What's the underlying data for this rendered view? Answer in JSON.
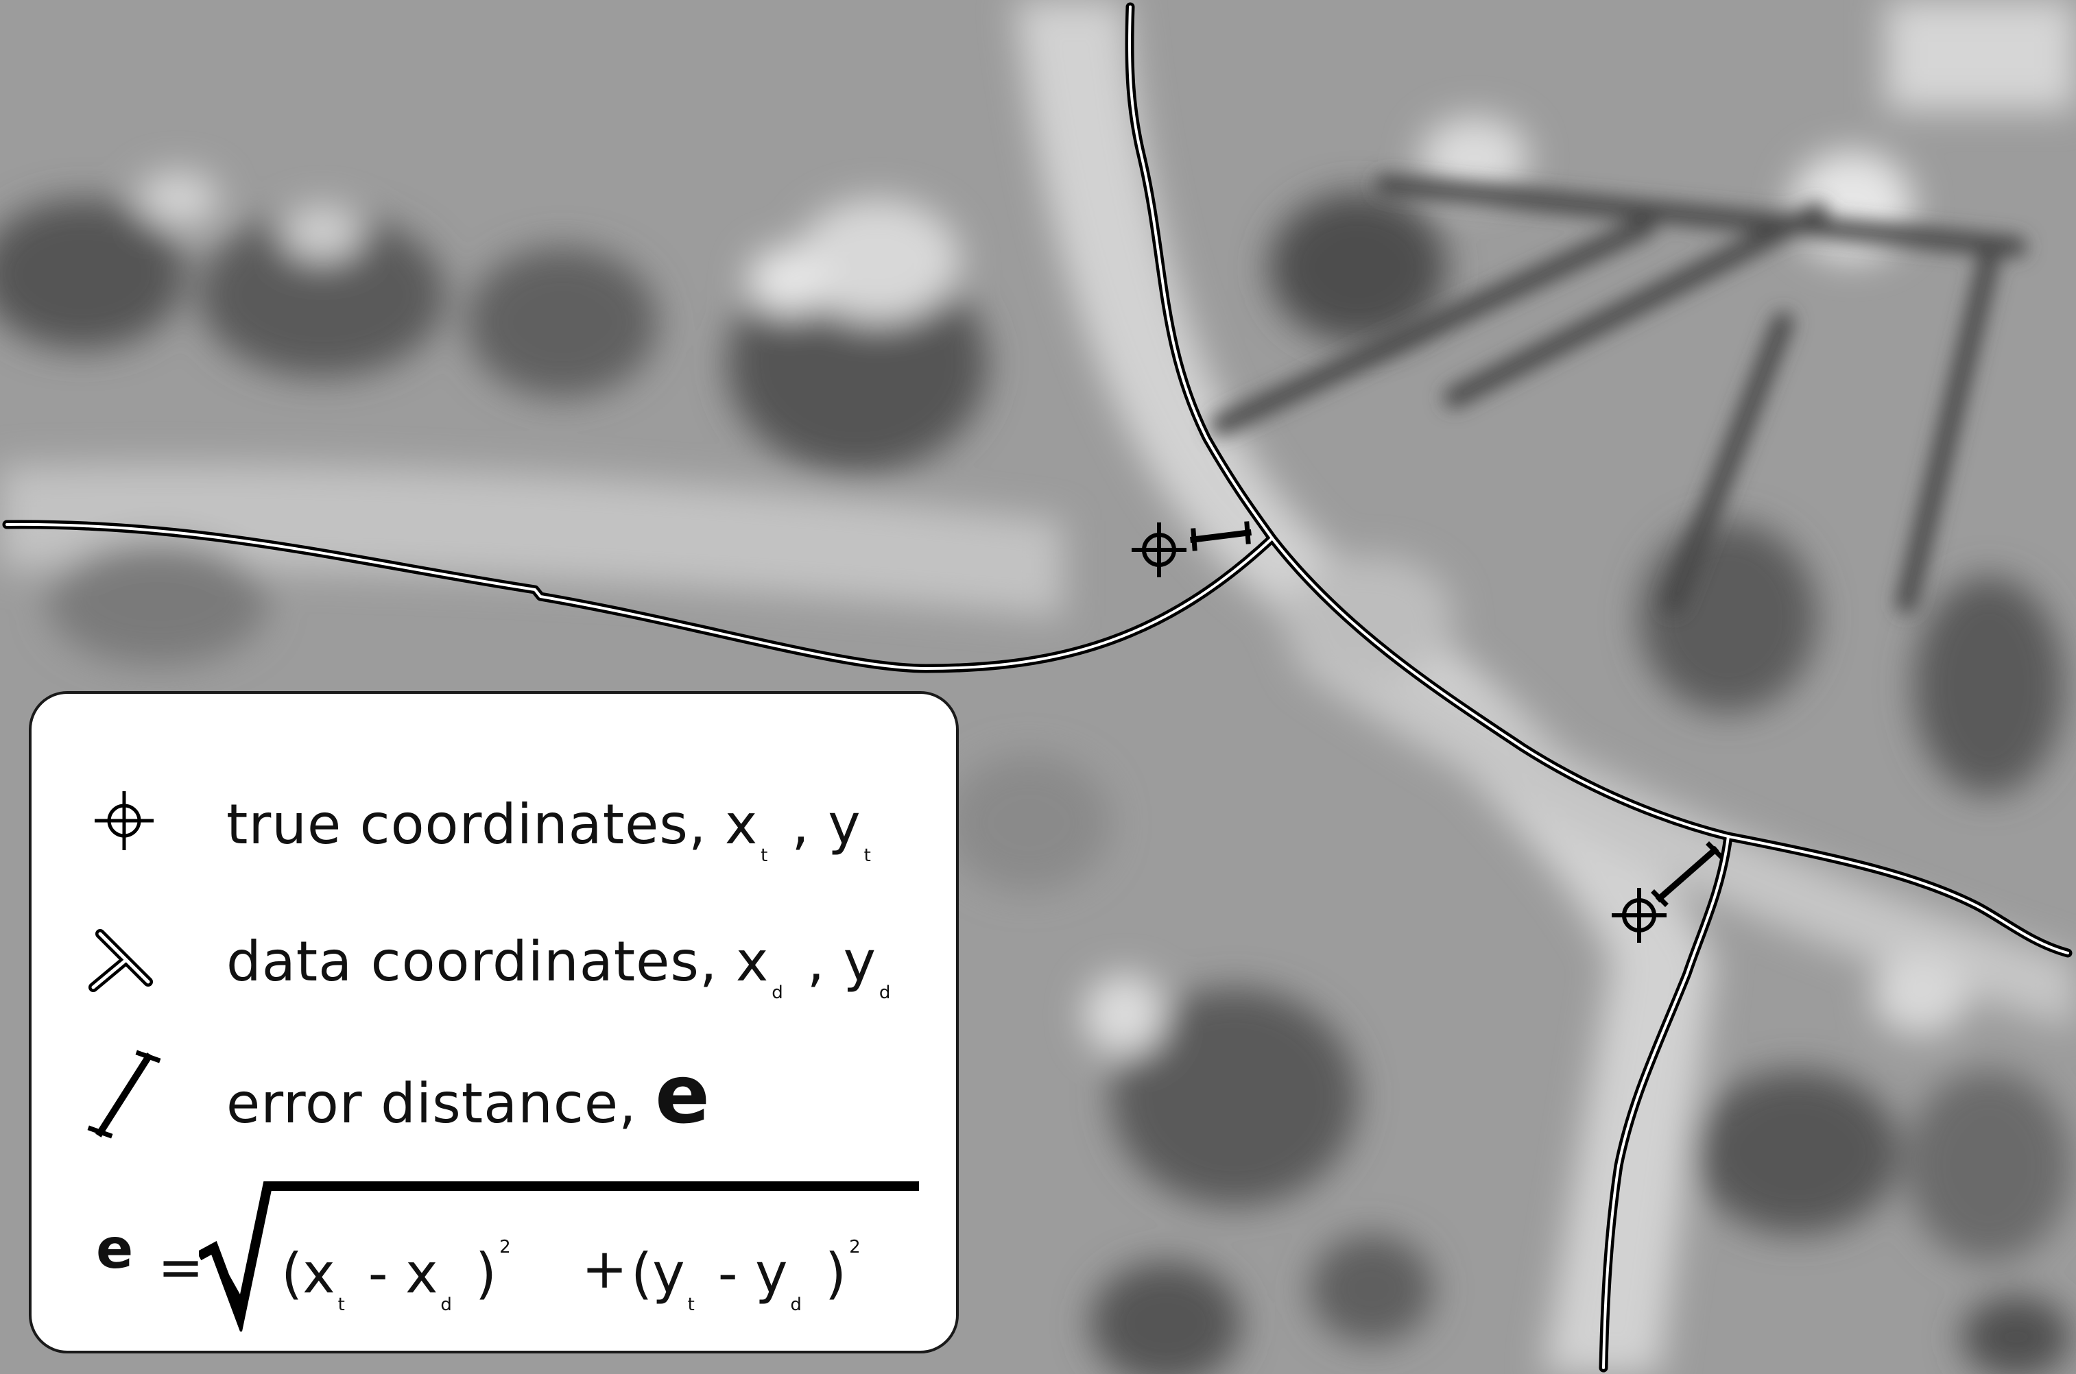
{
  "map": {
    "background": "grayscale aerial photograph",
    "road_line_color": "#000000",
    "road_fill_color": "#ffffff"
  },
  "legend": {
    "true_coords": {
      "label": "true coordinates, x",
      "sub_x": "t",
      "mid": ", y",
      "sub_y": "t",
      "icon": "crosshair-icon"
    },
    "data_coords": {
      "label": "data coordinates, x",
      "sub_x": "d",
      "mid": ", y",
      "sub_y": "d",
      "icon": "double-line-road-icon"
    },
    "error_distance": {
      "label": "error distance,",
      "symbol": "e",
      "icon": "error-bar-icon"
    }
  },
  "formula": {
    "lhs": "e",
    "eq": "=",
    "open1": "(x",
    "sub_t1": "t",
    "minus1": "- x",
    "sub_d1": "d",
    "close1": ")",
    "sup1": "2",
    "plus": "+",
    "open2": "(y",
    "sub_t2": "t",
    "minus2": "- y",
    "sub_d2": "d",
    "close2": ")",
    "sup2": "2"
  }
}
